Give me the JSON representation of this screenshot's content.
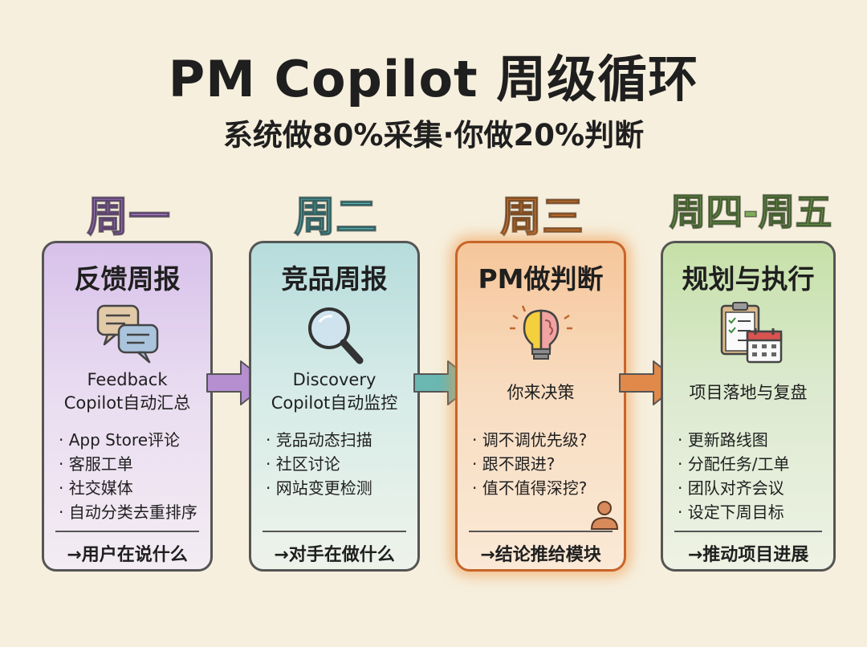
{
  "title": "PM Copilot 周级循环",
  "subtitle": "系统做80%采集·你做20%判断",
  "colors": {
    "purple": "#a97fc9",
    "teal": "#5fb3b4",
    "orange": "#ea8a3d",
    "green": "#7fae5a"
  },
  "stages": [
    {
      "day": "周一",
      "title": "反馈周报",
      "icon": "chat-bubbles-icon",
      "tool": [
        "Feedback",
        "Copilot自动汇总"
      ],
      "bullets": [
        "App Store评论",
        "客服工单",
        "社交媒体",
        "自动分类去重排序"
      ],
      "footer": "→用户在说什么"
    },
    {
      "day": "周二",
      "title": "竞品周报",
      "icon": "magnifier-icon",
      "tool": [
        "Discovery",
        "Copilot自动监控"
      ],
      "bullets": [
        "竞品动态扫描",
        "社区讨论",
        "网站变更检测"
      ],
      "footer": "→对手在做什么"
    },
    {
      "day": "周三",
      "title": "PM做判断",
      "icon": "lightbulb-brain-icon",
      "tool": [
        "你来决策"
      ],
      "bullets": [
        "调不调优先级?",
        "跟不跟进?",
        "值不值得深挖?"
      ],
      "footer": "→结论推给模块"
    },
    {
      "day": "周四-周五",
      "title": "规划与执行",
      "icon": "clipboard-calendar-icon",
      "tool": [
        "项目落地与复盘"
      ],
      "bullets": [
        "更新路线图",
        "分配任务/工单",
        "团队对齐会议",
        "设定下周目标"
      ],
      "footer": "→推动项目进展"
    }
  ]
}
